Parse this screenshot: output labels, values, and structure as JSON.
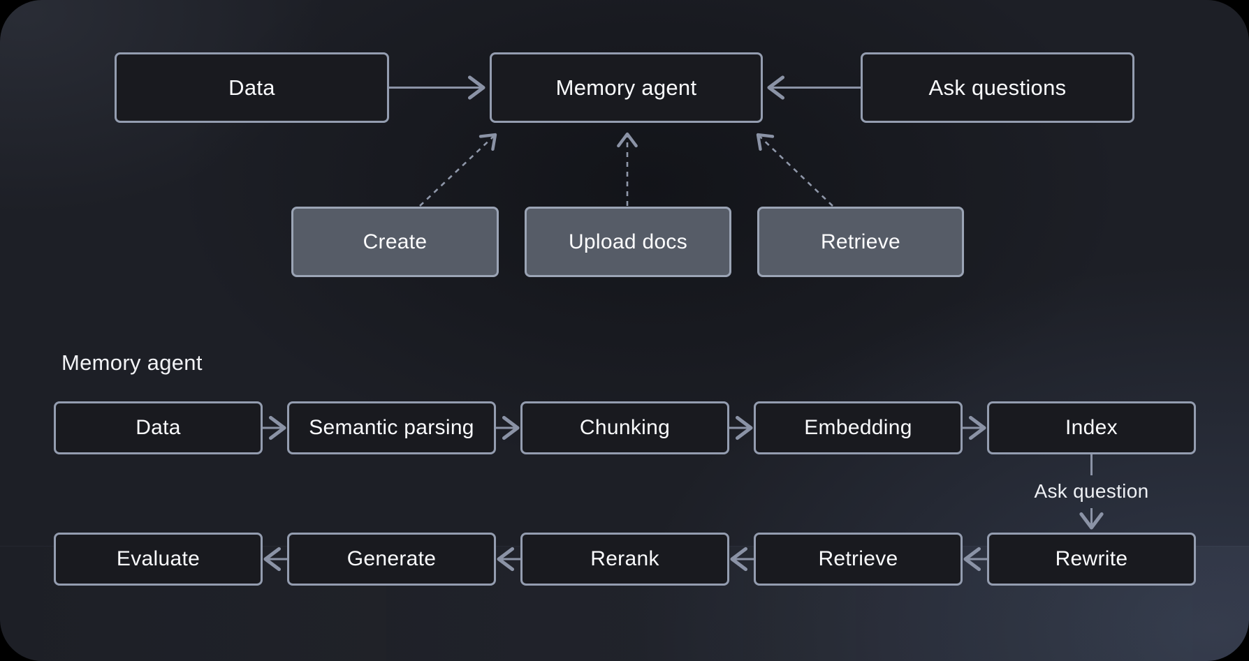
{
  "overview": {
    "data_label": "Data",
    "memory_agent_label": "Memory agent",
    "ask_questions_label": "Ask questions",
    "create_label": "Create",
    "upload_docs_label": "Upload docs",
    "retrieve_label": "Retrieve"
  },
  "pipeline": {
    "section_title": "Memory agent",
    "ask_question_label": "Ask question",
    "row1": [
      "Data",
      "Semantic parsing",
      "Chunking",
      "Embedding",
      "Index"
    ],
    "row2": [
      "Evaluate",
      "Generate",
      "Rerank",
      "Retrieve",
      "Rewrite"
    ]
  },
  "colors": {
    "canvas_background": "#1d1f26",
    "node_dark_fill": "#191a1f",
    "node_dark_border": "#949db0",
    "node_gray_fill": "#565c67",
    "node_gray_border": "#9ba4b5",
    "arrow": "#8b93a6",
    "text": "#fafbfd"
  }
}
